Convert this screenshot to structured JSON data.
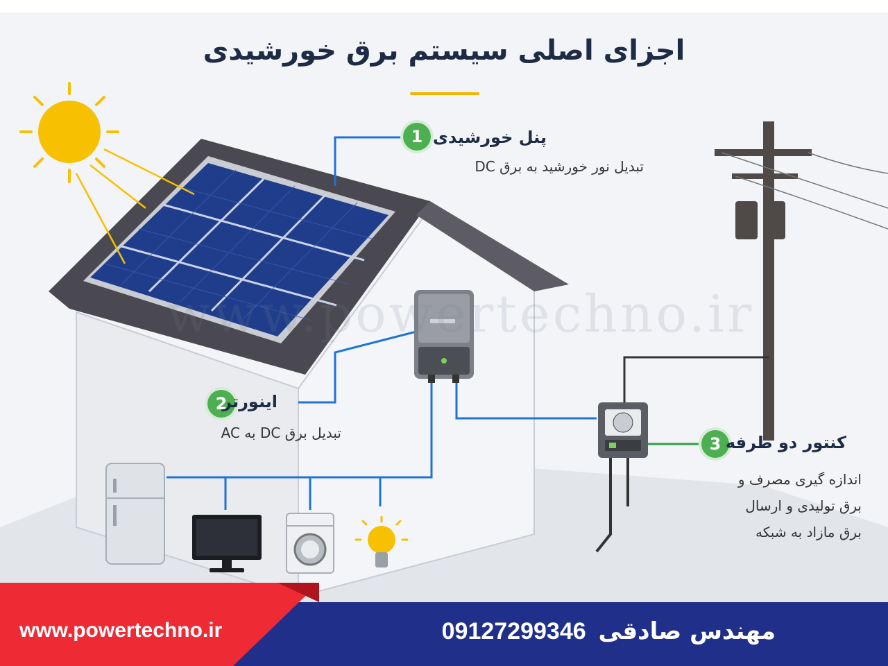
{
  "title": "اجزای اصلی سیستم برق خورشیدی",
  "watermark": "www.powertechno.ir",
  "components": [
    {
      "number": "1",
      "name": "پنل خورشیدی",
      "description": "تبدیل نور خورشید به برق DC"
    },
    {
      "number": "2",
      "name": "اینورتر",
      "description": "تبدیل برق DC به AC"
    },
    {
      "number": "3",
      "name": "کنتور دو طرفه",
      "description_lines": [
        "اندازه گیری مصرف و",
        "برق تولیدی و ارسال",
        "برق مازاد به شبکه"
      ]
    }
  ],
  "footer": {
    "website": "www.powertechno.ir",
    "contact_name": "مهندس صادقی",
    "phone": "09127299346"
  },
  "colors": {
    "badge": "#4caf50",
    "wire_dc": "#1e73d6",
    "wire_grid": "#2f9e44",
    "footer_blue": "#20308a",
    "footer_red": "#ee2a34",
    "sun": "#f7c000"
  },
  "icons": [
    "sun-icon",
    "solar-panel",
    "inverter",
    "bidirectional-meter",
    "utility-pole",
    "refrigerator-icon",
    "tv-icon",
    "washing-machine-icon",
    "light-bulb-icon"
  ]
}
